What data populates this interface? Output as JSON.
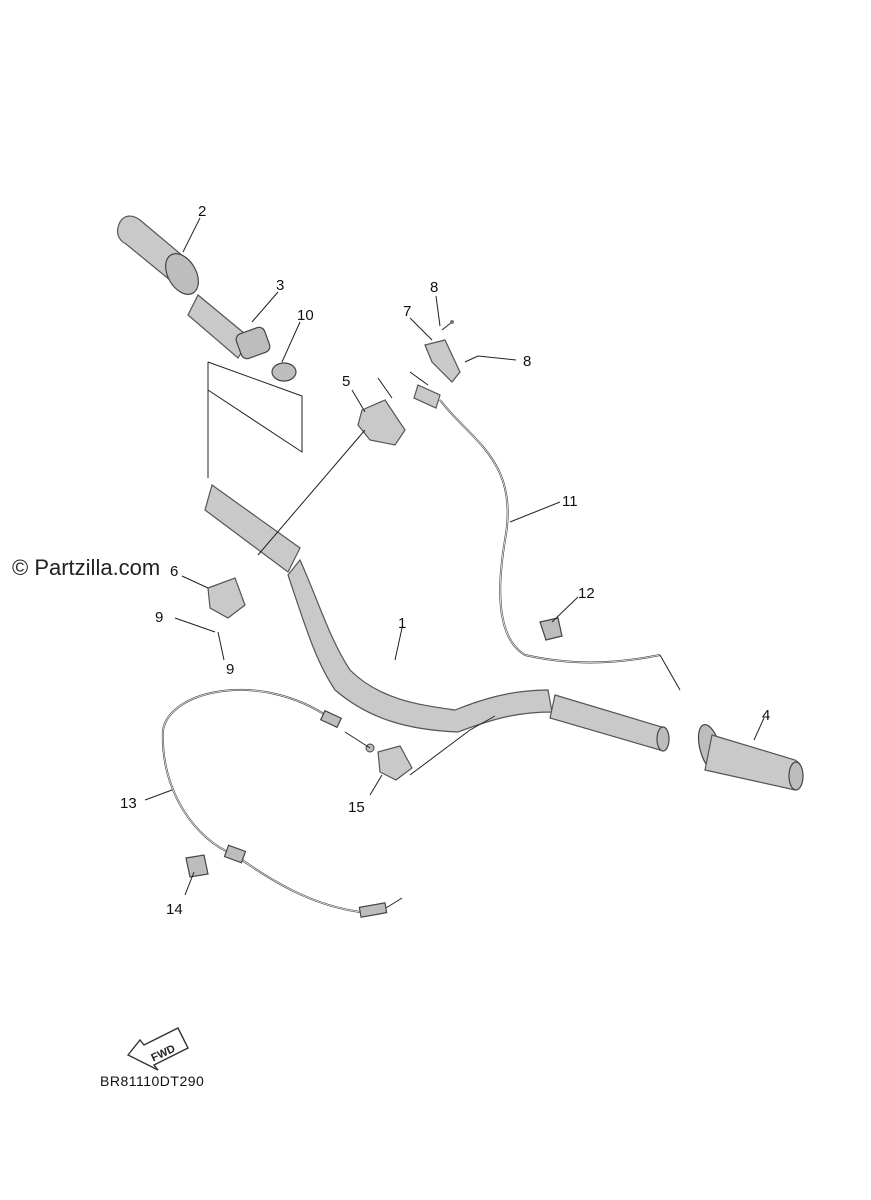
{
  "watermark": "© Partzilla.com",
  "diagram_code": "BR81110DT290",
  "fwd_label": "FWD",
  "callouts": [
    {
      "id": "c1",
      "text": "1"
    },
    {
      "id": "c2",
      "text": "2"
    },
    {
      "id": "c3",
      "text": "3"
    },
    {
      "id": "c4",
      "text": "4"
    },
    {
      "id": "c5",
      "text": "5"
    },
    {
      "id": "c6",
      "text": "6"
    },
    {
      "id": "c7",
      "text": "7"
    },
    {
      "id": "c8a",
      "text": "8"
    },
    {
      "id": "c8b",
      "text": "8"
    },
    {
      "id": "c9a",
      "text": "9"
    },
    {
      "id": "c9b",
      "text": "9"
    },
    {
      "id": "c10",
      "text": "10"
    },
    {
      "id": "c11",
      "text": "11"
    },
    {
      "id": "c12",
      "text": "12"
    },
    {
      "id": "c13",
      "text": "13"
    },
    {
      "id": "c14",
      "text": "14"
    },
    {
      "id": "c15",
      "text": "15"
    }
  ]
}
